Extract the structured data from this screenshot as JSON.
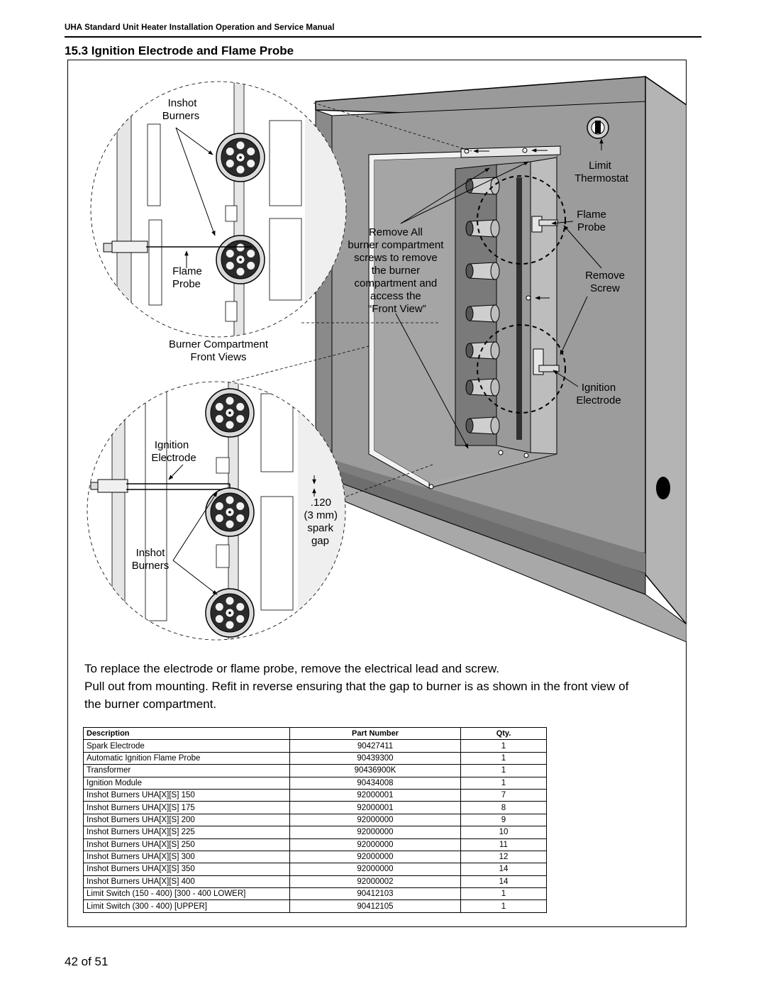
{
  "header": {
    "running_title": "UHA Standard Unit Heater Installation Operation and Service Manual",
    "section_title": "15.3 Ignition Electrode and Flame Probe"
  },
  "figure": {
    "top_detail": {
      "inshot_label": [
        "Inshot",
        "Burners"
      ],
      "flame_probe_label": [
        "Flame",
        "Probe"
      ]
    },
    "caption": [
      "Burner Compartment",
      "Front Views"
    ],
    "bottom_detail": {
      "ignition_label": [
        "Ignition",
        "Electrode"
      ],
      "gap_label": [
        ".120",
        "(3 mm)",
        "spark",
        "gap"
      ],
      "inshot_label": [
        "Inshot",
        "Burners"
      ]
    },
    "main": {
      "remove_note": [
        "Remove All",
        "burner compartment",
        "screws to remove",
        "the burner",
        "compartment and",
        "access the",
        "“Front View”"
      ],
      "limit_thermostat": [
        "Limit",
        "Thermostat"
      ],
      "flame_probe": [
        "Flame",
        "Probe"
      ],
      "remove_screw": [
        "Remove",
        "Screw"
      ],
      "ignition_electrode": [
        "Ignition",
        "Electrode"
      ]
    }
  },
  "instructions": [
    "To replace the electrode or flame probe, remove the electrical lead and screw.",
    "Pull out from mounting. Refit in reverse ensuring that the gap to burner is as shown in the front view of the burner compartment."
  ],
  "parts_table": {
    "headers": [
      "Description",
      "Part Number",
      "Qty."
    ],
    "rows": [
      [
        "Spark Electrode",
        "90427411",
        "1"
      ],
      [
        "Automatic Ignition Flame Probe",
        "90439300",
        "1"
      ],
      [
        "Transformer",
        "90436900K",
        "1"
      ],
      [
        "Ignition Module",
        "90434008",
        "1"
      ],
      [
        "Inshot Burners UHA[X][S] 150",
        "92000001",
        "7"
      ],
      [
        "Inshot Burners UHA[X][S] 175",
        "92000001",
        "8"
      ],
      [
        "Inshot Burners UHA[X][S] 200",
        "92000000",
        "9"
      ],
      [
        "Inshot Burners UHA[X][S] 225",
        "92000000",
        "10"
      ],
      [
        "Inshot Burners UHA[X][S] 250",
        "92000000",
        "11"
      ],
      [
        "Inshot Burners UHA[X][S] 300",
        "92000000",
        "12"
      ],
      [
        "Inshot Burners UHA[X][S] 350",
        "92000000",
        "14"
      ],
      [
        "Inshot Burners UHA[X][S] 400",
        "92000002",
        "14"
      ],
      [
        "Limit Switch (150 - 400) [300 - 400 LOWER]",
        "90412103",
        "1"
      ],
      [
        "Limit Switch (300 - 400) [UPPER]",
        "90412105",
        "1"
      ]
    ]
  },
  "footer": {
    "page_number": "42 of 51"
  }
}
